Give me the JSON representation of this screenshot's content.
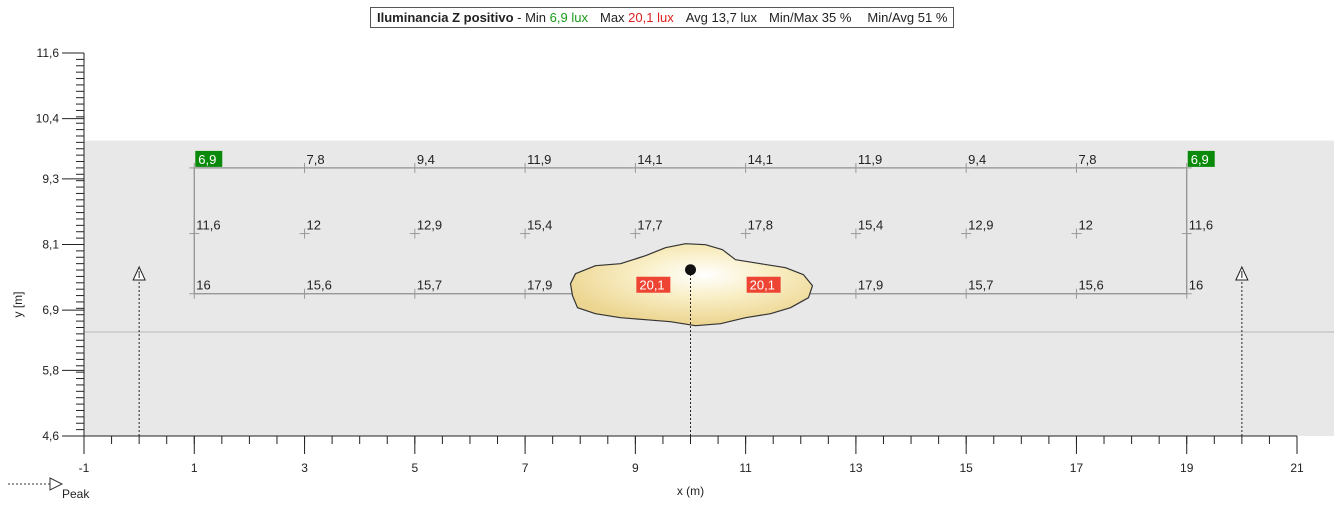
{
  "header": {
    "title": "Iluminancia  Z positivo",
    "sep": " - ",
    "min_label": "Min",
    "min_value": "6,9 lux",
    "max_label": "Max",
    "max_value": "20,1 lux",
    "avg": "Avg 13,7 lux",
    "minmax": "Min/Max 35 %",
    "minavg": "Min/Avg 51 %"
  },
  "legend": {
    "peak_label": "Peak"
  },
  "colors": {
    "min_bg": "#0a8a0a",
    "max_bg": "#ee4433",
    "area_bg": "#e8e8e8",
    "blob_fill": "#f5e6ad"
  },
  "chart_data": {
    "type": "heatmap",
    "xlabel": "x (m)",
    "ylabel": "y [m]",
    "xlim": [
      -1,
      21
    ],
    "ylim": [
      4.6,
      11.6
    ],
    "x_ticks": [
      -1,
      1,
      3,
      5,
      7,
      9,
      11,
      13,
      15,
      17,
      19,
      21
    ],
    "x_tick_labels": [
      "-1",
      "1",
      "3",
      "5",
      "7",
      "9",
      "11",
      "13",
      "15",
      "17",
      "19",
      "21"
    ],
    "y_ticks": [
      4.6,
      5.8,
      6.9,
      8.1,
      9.3,
      10.4,
      11.6
    ],
    "y_tick_labels": [
      "4,6",
      "5,8",
      "6,9",
      "8,1",
      "9,3",
      "10,4",
      "11,6"
    ],
    "road_y_range": [
      4.6,
      10.0
    ],
    "divider_y": 6.5,
    "grid_x": [
      1,
      3,
      5,
      7,
      9,
      11,
      13,
      15,
      17,
      19
    ],
    "grid_y": [
      9.5,
      8.3,
      7.2
    ],
    "values": [
      [
        "6,9",
        "7,8",
        "9,4",
        "11,9",
        "14,1",
        "14,1",
        "11,9",
        "9,4",
        "7,8",
        "6,9"
      ],
      [
        "11,6",
        "12",
        "12,9",
        "15,4",
        "17,7",
        "17,8",
        "15,4",
        "12,9",
        "12",
        "11,6"
      ],
      [
        "16",
        "15,6",
        "15,7",
        "17,9",
        "20,1",
        "20,1",
        "17,9",
        "15,7",
        "15,6",
        "16"
      ]
    ],
    "highlight_min": "6,9",
    "highlight_max": "20,1",
    "luminaires": [
      {
        "x": 0,
        "type": "arrow"
      },
      {
        "x": 10,
        "type": "peak"
      },
      {
        "x": 20,
        "type": "arrow"
      }
    ]
  }
}
